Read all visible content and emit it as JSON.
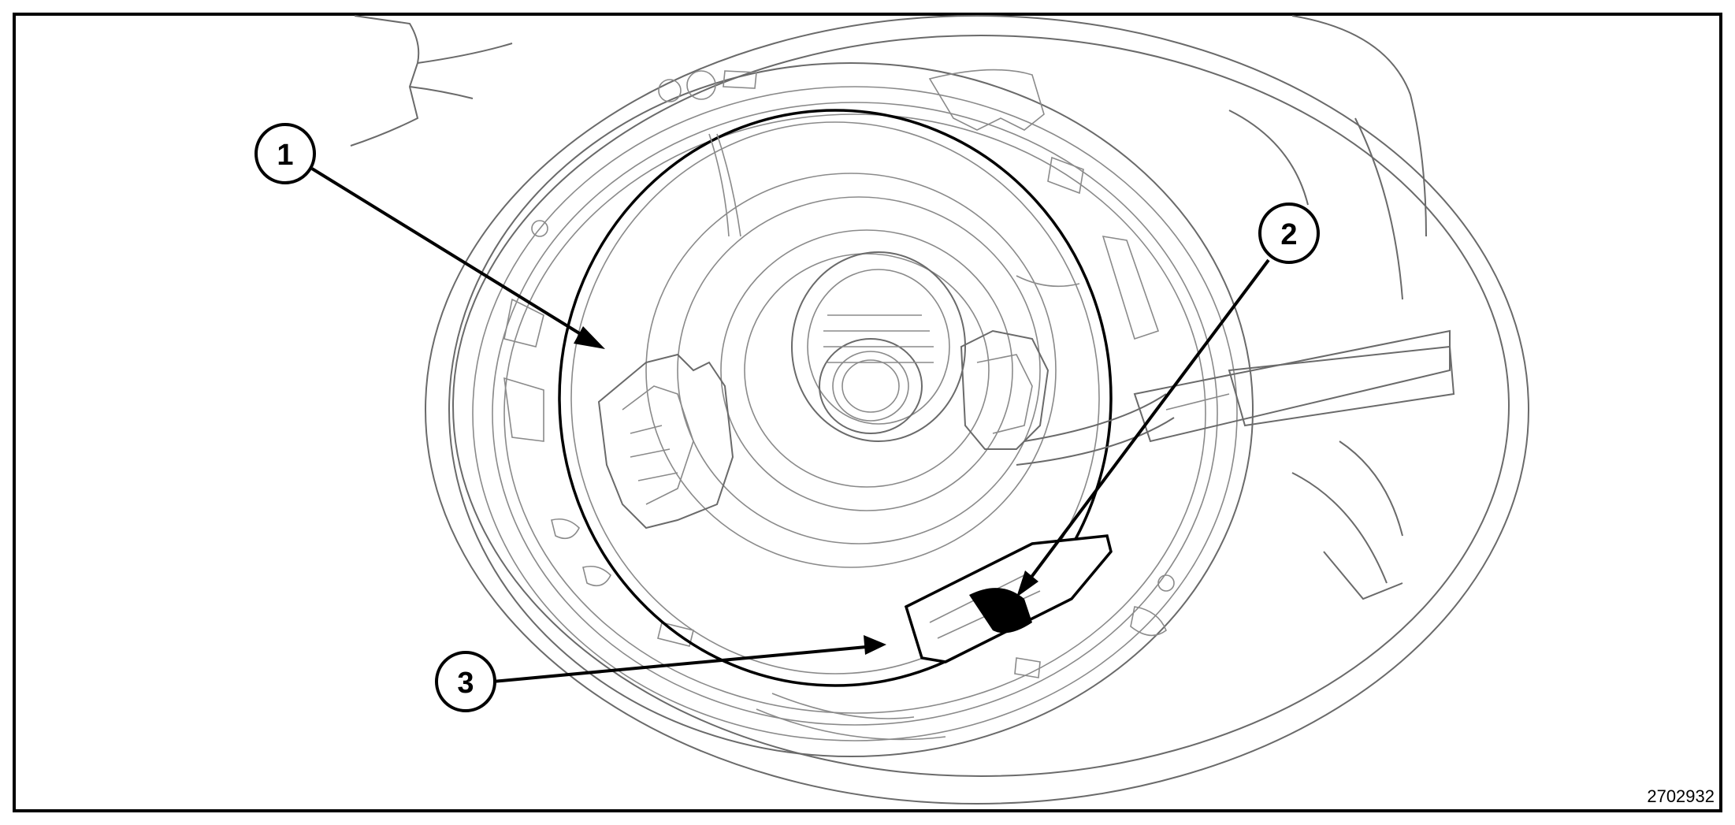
{
  "callouts": [
    {
      "id": "1",
      "label": "1"
    },
    {
      "id": "2",
      "label": "2"
    },
    {
      "id": "3",
      "label": "3"
    }
  ],
  "figure_id": "2702932"
}
